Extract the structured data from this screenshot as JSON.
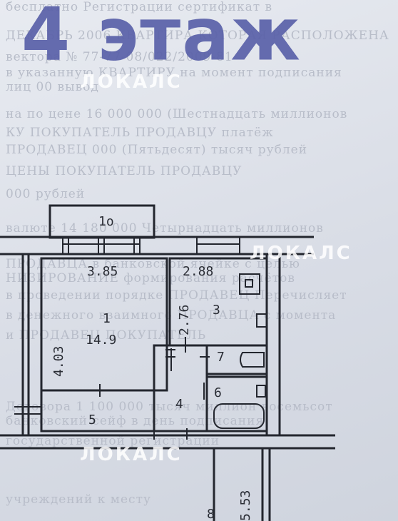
{
  "stamp": "4 этаж",
  "watermark": "ЛОКАЛС",
  "background_lines": [
    "бесплатно Регистрации сертификат в",
    "ДЕКАБРЬ 2006 КВАРТИРА КОТОРАЯ РАСПОЛОЖЕНА",
    "вектора № 77-77-08/022/2009-81",
    "в указанную КВАРТИРУ на момент подписания",
    "лиц 00 вывод",
    "на по цене 16 000 000 (Шестнадцать миллионов",
    "КУ ПОКУПАТЕЛЬ ПРОДАВЦУ платёж",
    "ПРОДАВЕЦ 000 (Пятьдесят) тысяч рублей",
    "ЦЕНЫ ПОКУПАТЕЛЬ ПРОДАВЦУ",
    "000 рублей",
    "валюте 14 180 000 Четырнадцать миллионов",
    "ПРОДАВЦА в банковской ячейке с целью",
    "НИЗИРОВАНИЕ формирования расчётов",
    "в проведении порядке ПРОДАВЕЦ Перечисляет",
    "в денежного взаимного ПРОДАВЦА с момента",
    "и ПРОДАВЕЦ ПОКУПАТЕЛЬ",
    "Договора 1 100 000 тысяч миллион восемьсот",
    "банковский сейф в день подписания",
    "государственной регистрации",
    "учреждений к месту"
  ],
  "plan": {
    "balcony_no": "1о",
    "labels": {
      "room1_width": "3.85",
      "room1_no": "1",
      "room1_area": "14.9",
      "room1_length": "4.03",
      "kitchen_width": "2.88",
      "kitchen_length": "2.76",
      "kitchen_no": "3",
      "wc_no": "7",
      "bath_no": "6",
      "hall_no": "4",
      "corridor_no": "5",
      "stair_dim": "5.53",
      "stair_mark": "8"
    }
  }
}
